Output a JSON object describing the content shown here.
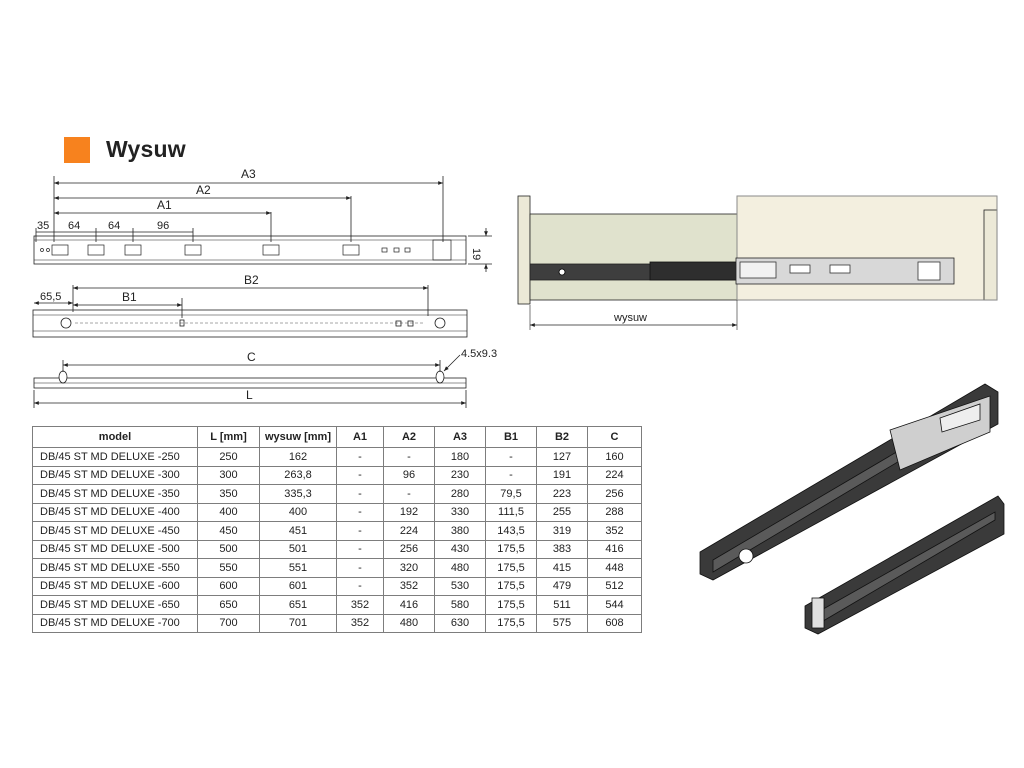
{
  "heading": {
    "title": "Wysuw",
    "accent_color": "#f7821e"
  },
  "drawing": {
    "dims_top": {
      "a3": "A3",
      "a2": "A2",
      "a1": "A1",
      "d35": "35",
      "d64a": "64",
      "d64b": "64",
      "d96": "96",
      "height": "19"
    },
    "dims_mid": {
      "d655": "65,5",
      "b1": "B1",
      "b2": "B2"
    },
    "dims_bottom": {
      "c": "C",
      "l": "L",
      "slot": "4.5x9.3"
    },
    "cabinet": {
      "extension_label": "wysuw"
    }
  },
  "table": {
    "headers": [
      "model",
      "L [mm]",
      "wysuw [mm]",
      "A1",
      "A2",
      "A3",
      "B1",
      "B2",
      "C"
    ],
    "rows": [
      [
        "DB/45 ST MD DELUXE -250",
        "250",
        "162",
        "-",
        "-",
        "180",
        "-",
        "127",
        "160"
      ],
      [
        "DB/45 ST MD DELUXE -300",
        "300",
        "263,8",
        "-",
        "96",
        "230",
        "-",
        "191",
        "224"
      ],
      [
        "DB/45 ST MD DELUXE -350",
        "350",
        "335,3",
        "-",
        "-",
        "280",
        "79,5",
        "223",
        "256"
      ],
      [
        "DB/45 ST MD DELUXE -400",
        "400",
        "400",
        "-",
        "192",
        "330",
        "111,5",
        "255",
        "288"
      ],
      [
        "DB/45 ST MD DELUXE -450",
        "450",
        "451",
        "-",
        "224",
        "380",
        "143,5",
        "319",
        "352"
      ],
      [
        "DB/45 ST MD DELUXE -500",
        "500",
        "501",
        "-",
        "256",
        "430",
        "175,5",
        "383",
        "416"
      ],
      [
        "DB/45 ST MD DELUXE -550",
        "550",
        "551",
        "-",
        "320",
        "480",
        "175,5",
        "415",
        "448"
      ],
      [
        "DB/45 ST MD DELUXE -600",
        "600",
        "601",
        "-",
        "352",
        "530",
        "175,5",
        "479",
        "512"
      ],
      [
        "DB/45 ST MD DELUXE -650",
        "650",
        "651",
        "352",
        "416",
        "580",
        "175,5",
        "511",
        "544"
      ],
      [
        "DB/45 ST MD DELUXE -700",
        "700",
        "701",
        "352",
        "480",
        "630",
        "175,5",
        "575",
        "608"
      ]
    ]
  }
}
